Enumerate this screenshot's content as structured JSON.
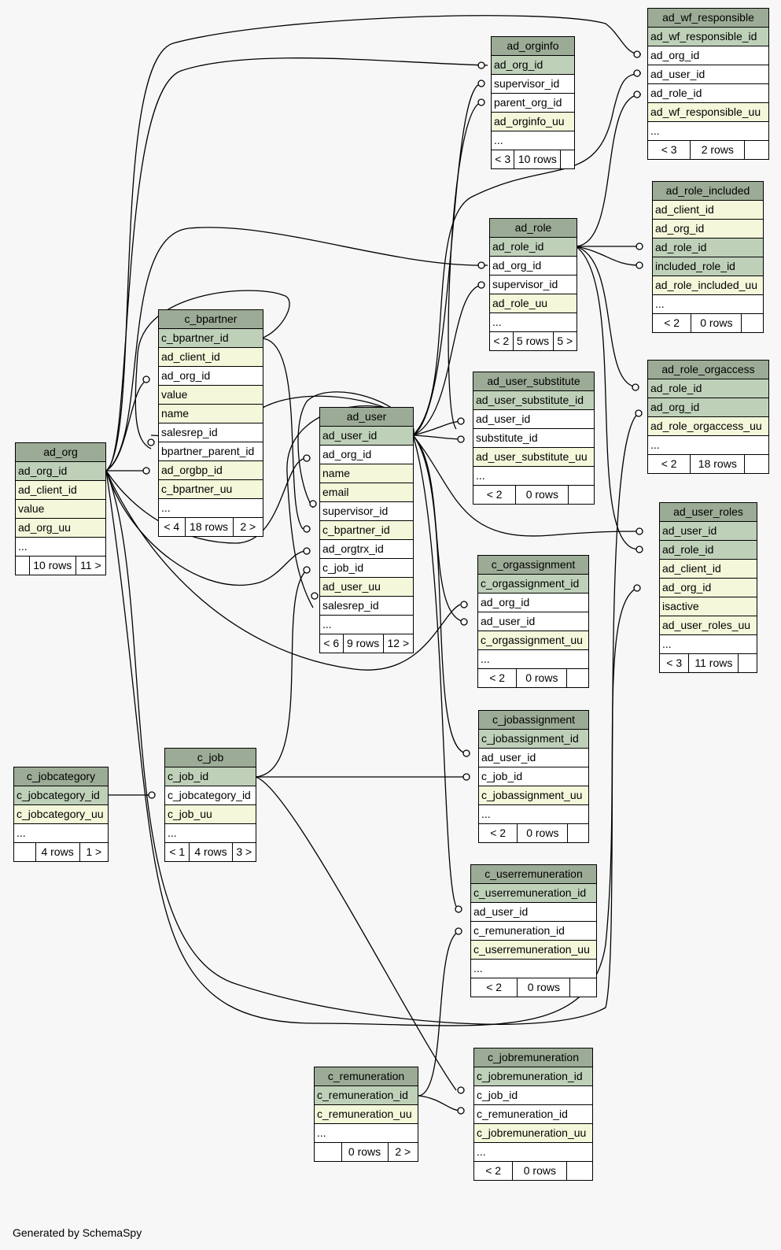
{
  "tables": {
    "ad_wf_responsible": {
      "name": "ad_wf_responsible",
      "rows": [
        "ad_wf_responsible_id",
        "ad_org_id",
        "ad_user_id",
        "ad_role_id",
        "ad_wf_responsible_uu",
        "..."
      ],
      "parents": "< 3",
      "rowcount": "2 rows",
      "children": ""
    },
    "ad_orginfo": {
      "name": "ad_orginfo",
      "rows": [
        "ad_org_id",
        "supervisor_id",
        "parent_org_id",
        "ad_orginfo_uu",
        "..."
      ],
      "parents": "< 3",
      "rowcount": "10 rows",
      "children": ""
    },
    "ad_role_included": {
      "name": "ad_role_included",
      "rows": [
        "ad_client_id",
        "ad_org_id",
        "ad_role_id",
        "included_role_id",
        "ad_role_included_uu",
        "..."
      ],
      "parents": "< 2",
      "rowcount": "0 rows",
      "children": ""
    },
    "ad_role": {
      "name": "ad_role",
      "rows": [
        "ad_role_id",
        "ad_org_id",
        "supervisor_id",
        "ad_role_uu",
        "..."
      ],
      "parents": "< 2",
      "rowcount": "5 rows",
      "children": "5 >"
    },
    "c_bpartner": {
      "name": "c_bpartner",
      "rows": [
        "c_bpartner_id",
        "ad_client_id",
        "ad_org_id",
        "value",
        "name",
        "salesrep_id",
        "bpartner_parent_id",
        "ad_orgbp_id",
        "c_bpartner_uu",
        "..."
      ],
      "parents": "< 4",
      "rowcount": "18 rows",
      "children": "2 >"
    },
    "ad_user_substitute": {
      "name": "ad_user_substitute",
      "rows": [
        "ad_user_substitute_id",
        "ad_user_id",
        "substitute_id",
        "ad_user_substitute_uu",
        "..."
      ],
      "parents": "< 2",
      "rowcount": "0 rows",
      "children": ""
    },
    "ad_role_orgaccess": {
      "name": "ad_role_orgaccess",
      "rows": [
        "ad_role_id",
        "ad_org_id",
        "ad_role_orgaccess_uu",
        "..."
      ],
      "parents": "< 2",
      "rowcount": "18 rows",
      "children": ""
    },
    "ad_user": {
      "name": "ad_user",
      "rows": [
        "ad_user_id",
        "ad_org_id",
        "name",
        "email",
        "supervisor_id",
        "c_bpartner_id",
        "ad_orgtrx_id",
        "c_job_id",
        "ad_user_uu",
        "salesrep_id",
        "..."
      ],
      "parents": "< 6",
      "rowcount": "9 rows",
      "children": "12 >"
    },
    "ad_org": {
      "name": "ad_org",
      "rows": [
        "ad_org_id",
        "ad_client_id",
        "value",
        "ad_org_uu",
        "..."
      ],
      "parents": "",
      "rowcount": "10 rows",
      "children": "11 >"
    },
    "ad_user_roles": {
      "name": "ad_user_roles",
      "rows": [
        "ad_user_id",
        "ad_role_id",
        "ad_client_id",
        "ad_org_id",
        "isactive",
        "ad_user_roles_uu",
        "..."
      ],
      "parents": "< 3",
      "rowcount": "11 rows",
      "children": ""
    },
    "c_orgassignment": {
      "name": "c_orgassignment",
      "rows": [
        "c_orgassignment_id",
        "ad_org_id",
        "ad_user_id",
        "c_orgassignment_uu",
        "..."
      ],
      "parents": "< 2",
      "rowcount": "0 rows",
      "children": ""
    },
    "c_jobcategory": {
      "name": "c_jobcategory",
      "rows": [
        "c_jobcategory_id",
        "c_jobcategory_uu",
        "..."
      ],
      "parents": "",
      "rowcount": "4 rows",
      "children": "1 >"
    },
    "c_job": {
      "name": "c_job",
      "rows": [
        "c_job_id",
        "c_jobcategory_id",
        "c_job_uu",
        "..."
      ],
      "parents": "< 1",
      "rowcount": "4 rows",
      "children": "3 >"
    },
    "c_jobassignment": {
      "name": "c_jobassignment",
      "rows": [
        "c_jobassignment_id",
        "ad_user_id",
        "c_job_id",
        "c_jobassignment_uu",
        "..."
      ],
      "parents": "< 2",
      "rowcount": "0 rows",
      "children": ""
    },
    "c_userremuneration": {
      "name": "c_userremuneration",
      "rows": [
        "c_userremuneration_id",
        "ad_user_id",
        "c_remuneration_id",
        "c_userremuneration_uu",
        "..."
      ],
      "parents": "< 2",
      "rowcount": "0 rows",
      "children": ""
    },
    "c_remuneration": {
      "name": "c_remuneration",
      "rows": [
        "c_remuneration_id",
        "c_remuneration_uu",
        "..."
      ],
      "parents": "",
      "rowcount": "0 rows",
      "children": "2 >"
    },
    "c_jobremuneration": {
      "name": "c_jobremuneration",
      "rows": [
        "c_jobremuneration_id",
        "c_job_id",
        "c_remuneration_id",
        "c_jobremuneration_uu",
        "..."
      ],
      "parents": "< 2",
      "rowcount": "0 rows",
      "children": ""
    }
  },
  "colors": {
    "header": "#9cab96",
    "primary_key": "#bfd0b9",
    "indexed": "#f4f7da",
    "background": "#f7f7f7"
  },
  "footer": "Generated by SchemaSpy"
}
